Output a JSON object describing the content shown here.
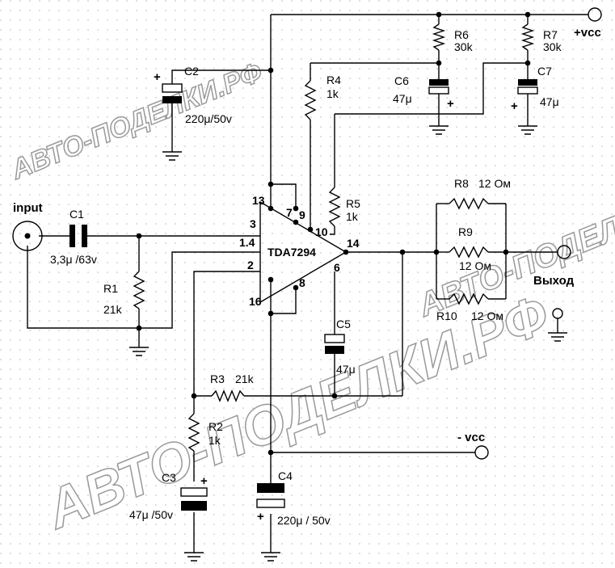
{
  "chip": "TDA7294",
  "pins": [
    "13",
    "7",
    "9",
    "3",
    "1.4",
    "10",
    "14",
    "2",
    "6",
    "8",
    "16"
  ],
  "terminals": {
    "vcc_pos": "+vcc",
    "vcc_neg": "- vcc",
    "input": "input",
    "output": "Выход"
  },
  "components": {
    "C1": {
      "name": "C1",
      "value": "3,3μ /63v"
    },
    "C2": {
      "name": "C2",
      "value": "220μ/50v"
    },
    "C3": {
      "name": "C3",
      "value": "47μ /50v"
    },
    "C4": {
      "name": "C4",
      "value": "220μ / 50v"
    },
    "C5": {
      "name": "C5",
      "value": "47μ"
    },
    "C6": {
      "name": "C6",
      "value": "47μ"
    },
    "C7": {
      "name": "C7",
      "value": "47μ"
    },
    "R1": {
      "name": "R1",
      "value": "21k"
    },
    "R2": {
      "name": "R2",
      "value": "1k"
    },
    "R3": {
      "name": "R3",
      "value": "21k"
    },
    "R4": {
      "name": "R4",
      "value": "1k"
    },
    "R5": {
      "name": "R5",
      "value": "1k"
    },
    "R6": {
      "name": "R6",
      "value": "30k"
    },
    "R7": {
      "name": "R7",
      "value": "30k"
    },
    "R8": {
      "name": "R8",
      "value": "12 Ом"
    },
    "R9": {
      "name": "R9",
      "value": "12 Ом"
    },
    "R10": {
      "name": "R10",
      "value": "12 Ом"
    }
  },
  "polarity": "+",
  "watermark": "АВТО-ПОДЕЛКИ.РФ"
}
